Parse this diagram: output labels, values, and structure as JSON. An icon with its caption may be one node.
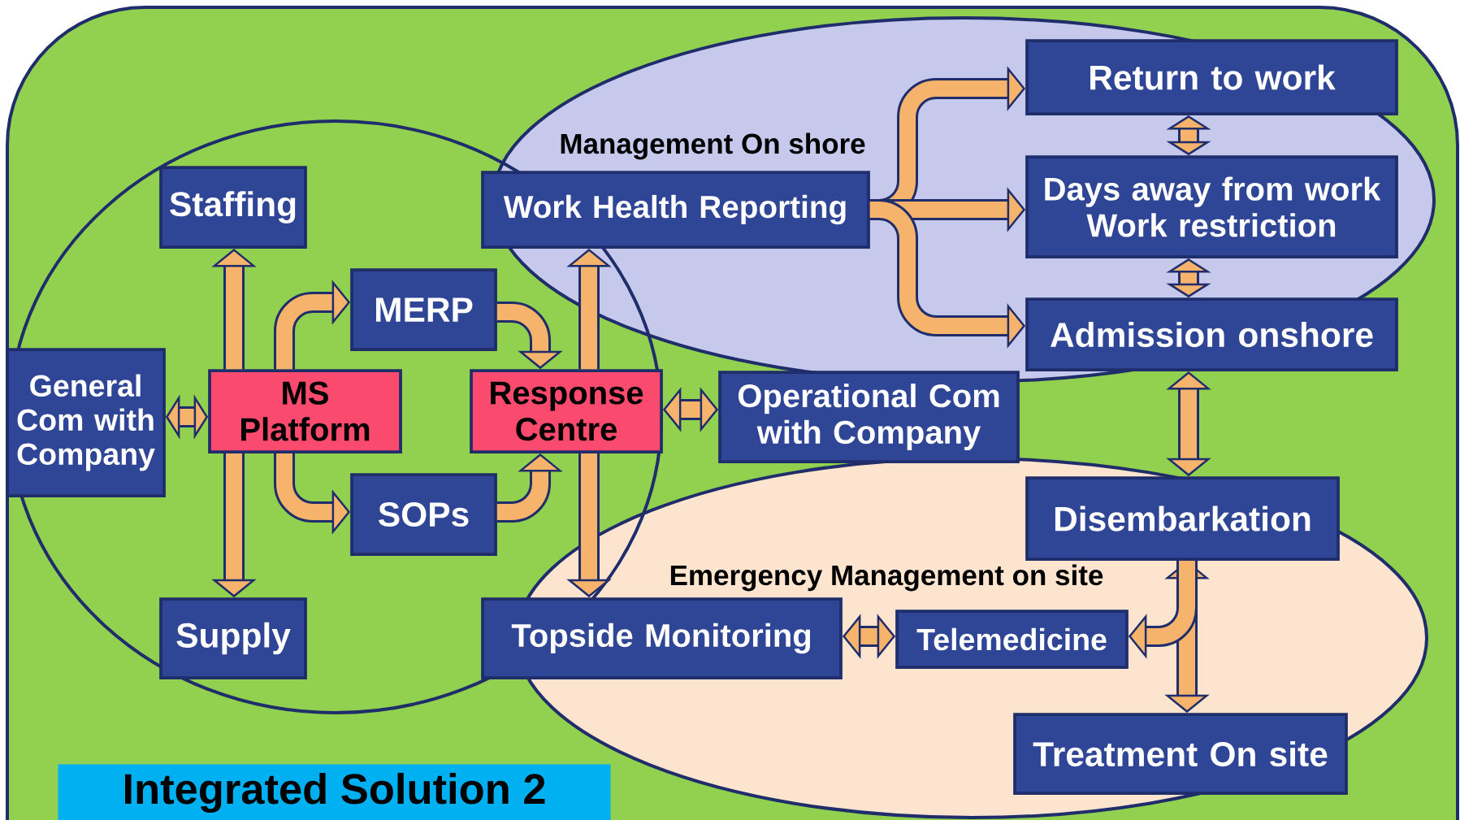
{
  "diagram": {
    "title": "Integrated Solution 2",
    "nodes": [
      {
        "text": [
          "Management On shore"
        ]
      },
      {
        "text": [
          "Staffing"
        ]
      },
      {
        "text": [
          "Work Health Reporting"
        ],
        "in": 0
      },
      {
        "text": [
          "Return to work"
        ],
        "in": 0
      },
      {
        "text": [
          "Days away from work",
          "Work restriction"
        ],
        "in": 0
      },
      {
        "text": [
          "MERP"
        ]
      },
      {
        "text": [
          "Admission onshore"
        ],
        "in": 0
      },
      {
        "text": [
          "General Com with Company"
        ]
      },
      {
        "text": [
          "MS Platform"
        ]
      },
      {
        "text": [
          "Response Centre"
        ]
      },
      {
        "text": [
          "Operational Com with Company"
        ]
      },
      {
        "text": [
          "SOPs"
        ]
      },
      {
        "text": [
          "Disembarkation"
        ],
        "in": 13
      },
      {
        "text": [
          "Emergency Management on site"
        ]
      },
      {
        "text": [
          "Supply"
        ]
      },
      {
        "text": [
          "Topside Monitoring"
        ]
      },
      {
        "text": [
          "Telemedicine"
        ],
        "in": 13
      },
      {
        "text": [
          "Treatment On site"
        ],
        "in": 13
      }
    ],
    "edges": [
      {
        "from": 8,
        "to": 1,
        "arrow": "to"
      },
      {
        "from": 8,
        "to": 14,
        "arrow": "to"
      },
      {
        "from": 7,
        "to": 8,
        "arrow": "both"
      },
      {
        "from": 8,
        "to": 5,
        "arrow": "to"
      },
      {
        "from": 8,
        "to": 11,
        "arrow": "to"
      },
      {
        "from": 5,
        "to": 9,
        "arrow": "to"
      },
      {
        "from": 11,
        "to": 9,
        "arrow": "to"
      },
      {
        "from": 9,
        "to": 2,
        "arrow": "to"
      },
      {
        "from": 9,
        "to": 15,
        "arrow": "to"
      },
      {
        "from": 9,
        "to": 10,
        "arrow": "both"
      },
      {
        "from": 2,
        "to": 3,
        "arrow": "to"
      },
      {
        "from": 2,
        "to": 4,
        "arrow": "to"
      },
      {
        "from": 2,
        "to": 6,
        "arrow": "to"
      },
      {
        "from": 3,
        "to": 4,
        "arrow": "both"
      },
      {
        "from": 4,
        "to": 6,
        "arrow": "both"
      },
      {
        "from": 6,
        "to": 12,
        "arrow": "both"
      },
      {
        "from": 12,
        "to": 17,
        "arrow": "both"
      },
      {
        "from": 12,
        "to": 16,
        "arrow": "to"
      },
      {
        "from": 15,
        "to": 16,
        "arrow": "both"
      }
    ]
  }
}
